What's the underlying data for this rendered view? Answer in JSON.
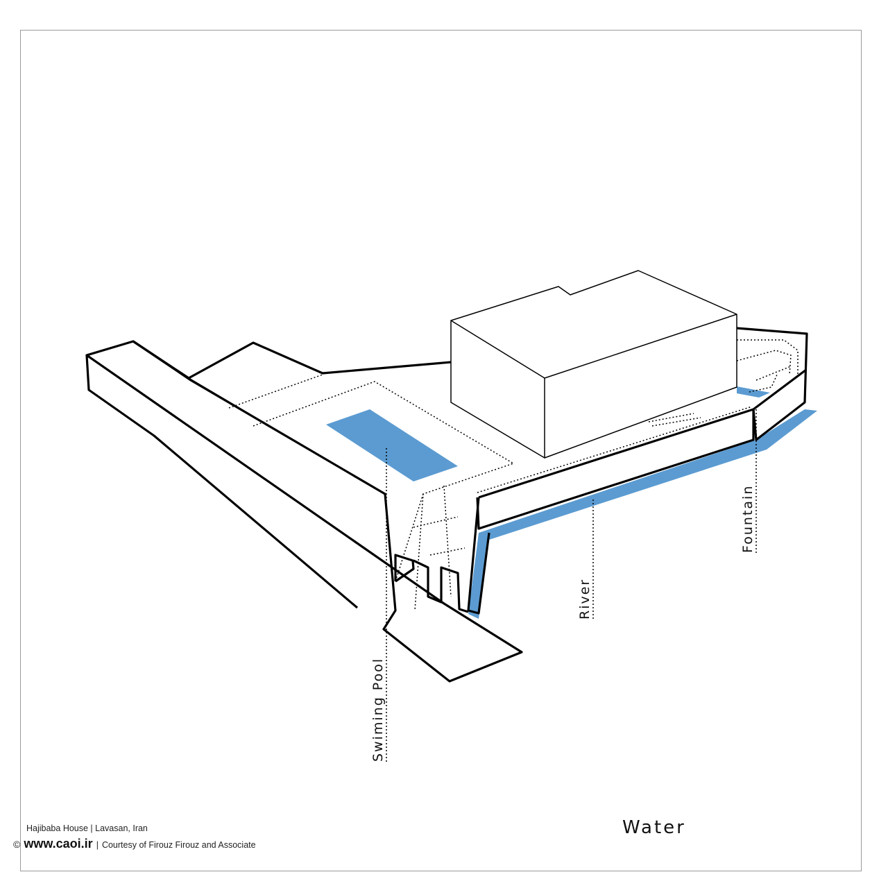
{
  "labels": {
    "swimming_pool": "Swiming Pool",
    "river": "River",
    "fountain": "Fountain"
  },
  "title": "Water",
  "credits": {
    "project": "Hajibaba House | Lavasan, Iran",
    "copyright_symbol": "©",
    "website": "www.caoi.ir",
    "separator": "|",
    "courtesy": "Courtesy of Firouz Firouz and Associate"
  },
  "colors": {
    "water": "#5b9bd1",
    "outline": "#000000",
    "frame": "#9a9a9a"
  }
}
